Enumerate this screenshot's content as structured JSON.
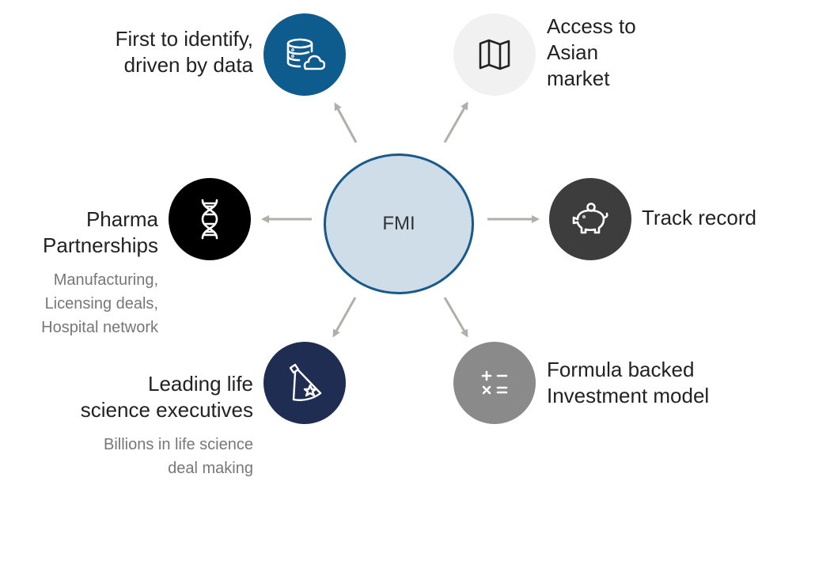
{
  "center": {
    "label": "FMI"
  },
  "nodes": [
    {
      "id": "data",
      "title_lines": [
        "First to identify,",
        "driven by data"
      ],
      "subtitle_lines": [],
      "color": "#0e5b8e",
      "icon": "database-cloud-icon"
    },
    {
      "id": "asia",
      "title_lines": [
        "Access to",
        "Asian",
        "market"
      ],
      "subtitle_lines": [],
      "color": "#f1f1f1",
      "icon": "map-icon"
    },
    {
      "id": "pharma",
      "title_lines": [
        "Pharma",
        "Partnerships"
      ],
      "subtitle_lines": [
        "Manufacturing,",
        "Licensing deals,",
        "Hospital network"
      ],
      "color": "#000000",
      "icon": "dna-icon"
    },
    {
      "id": "track",
      "title_lines": [
        "Track record"
      ],
      "subtitle_lines": [],
      "color": "#3d3d3d",
      "icon": "piggy-bank-icon"
    },
    {
      "id": "leaders",
      "title_lines": [
        "Leading life",
        "science executives"
      ],
      "subtitle_lines": [
        "Billions in life science",
        "deal making"
      ],
      "color": "#1f2d52",
      "icon": "spotlight-star-icon"
    },
    {
      "id": "formula",
      "title_lines": [
        "Formula backed",
        "Investment model"
      ],
      "subtitle_lines": [],
      "color": "#8a8a8a",
      "icon": "calculator-symbols-icon"
    }
  ],
  "arrow_color": "#b0b0ab"
}
